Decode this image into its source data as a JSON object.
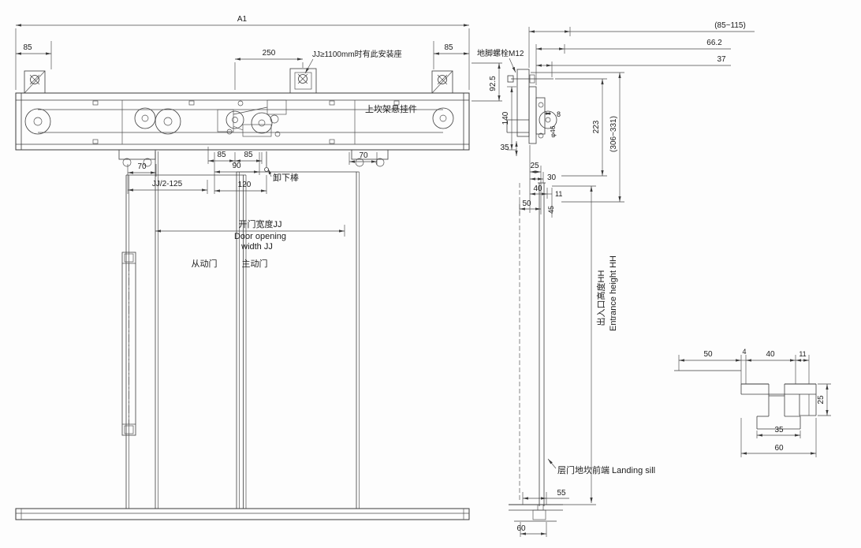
{
  "colors": {
    "line": "#3c3c3c",
    "background": "#fdfdfd"
  },
  "main": {
    "a1": "A1",
    "d85l": "85",
    "d250": "250",
    "note_jj": "JJ≥1100mm时有此安装座",
    "d85r": "85",
    "d92_5": "92.5",
    "hanger_label": "上坎架悬挂件",
    "d70l": "70",
    "d70r": "70",
    "d85a": "85",
    "d85b": "85",
    "d90": "90",
    "d120": "120",
    "djj2": "JJ/2-125",
    "rod_label": "卸下棒",
    "width_cn": "开门宽度JJ",
    "width_en1": "Door opening",
    "width_en2": "width JJ",
    "driven_door": "从动门",
    "active_door": "主动门"
  },
  "section": {
    "d85_115": "(85~115)",
    "d66_2": "66.2",
    "d37": "37",
    "anchor_bolt": "地脚螺栓M12",
    "d140": "140",
    "d8": "8",
    "dphi46": "φ46",
    "d223": "223",
    "d306_331": "(306~331)",
    "d35": "35",
    "d25": "25",
    "d30": "30",
    "d40": "40",
    "d11": "11",
    "d50": "50",
    "d45": "45",
    "hh_cn": "出入口高度HH",
    "hh_en": "Entrance height HH",
    "sill_label": "层门地坎前端  Landing sill",
    "d55": "55",
    "d60": "60"
  },
  "detail": {
    "d50": "50",
    "d4": "4",
    "d40": "40",
    "d11": "11",
    "d25": "25",
    "d35": "35",
    "d60": "60"
  }
}
